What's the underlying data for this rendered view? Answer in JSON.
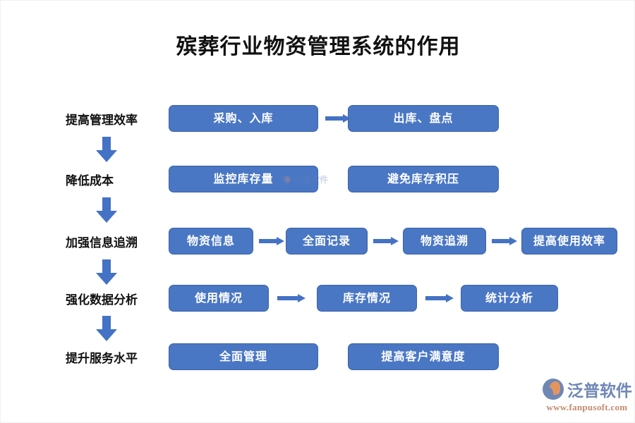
{
  "page": {
    "title": "殡葬行业物资管理系统的作用",
    "background_color": "#FFFFFF",
    "accent_color": "#4472C4",
    "node_fill_color": "#4A77C4",
    "node_border_color": "#3B62A8",
    "node_text_color": "#FFFFFF",
    "label_text_color": "#111111"
  },
  "rows": [
    {
      "label": "提高管理效率",
      "nodes": [
        {
          "text": "采购、入库"
        },
        {
          "text": "出库、盘点"
        }
      ],
      "connector": "arrow-right"
    },
    {
      "label": "降低成本",
      "nodes": [
        {
          "text": "监控库存量"
        },
        {
          "text": "避免库存积压"
        }
      ],
      "connector": "none"
    },
    {
      "label": "加强信息追溯",
      "nodes": [
        {
          "text": "物资信息"
        },
        {
          "text": "全面记录"
        },
        {
          "text": "物资追溯"
        },
        {
          "text": "提高使用效率"
        }
      ],
      "connector": "arrow-right"
    },
    {
      "label": "强化数据分析",
      "nodes": [
        {
          "text": "使用情况"
        },
        {
          "text": "库存情况"
        },
        {
          "text": "统计分析"
        }
      ],
      "connector": "arrow-right"
    },
    {
      "label": "提升服务水平",
      "nodes": [
        {
          "text": "全面管理"
        },
        {
          "text": "提高客户满意度"
        }
      ],
      "connector": "none"
    }
  ],
  "watermark": {
    "text": "泛普软件"
  },
  "logo": {
    "name": "泛普软件",
    "url": "www.fanpusoft.com",
    "name_color": "#6E87B5",
    "url_color": "#C38A6E"
  }
}
